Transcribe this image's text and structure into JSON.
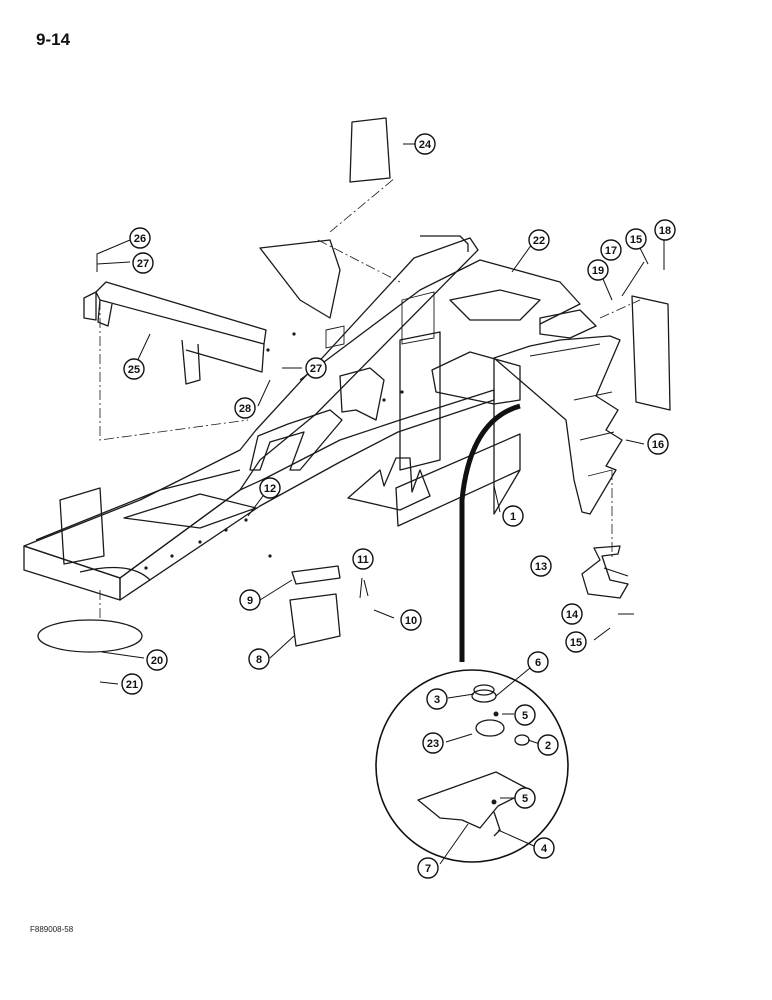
{
  "page_number": "9-14",
  "figure_code": "F889008-58",
  "callouts": [
    "1",
    "2",
    "3",
    "4",
    "5",
    "5",
    "6",
    "7",
    "8",
    "9",
    "10",
    "11",
    "12",
    "13",
    "14",
    "15",
    "15",
    "16",
    "17",
    "18",
    "19",
    "20",
    "21",
    "22",
    "23",
    "24",
    "25",
    "26",
    "27",
    "27",
    "28"
  ]
}
